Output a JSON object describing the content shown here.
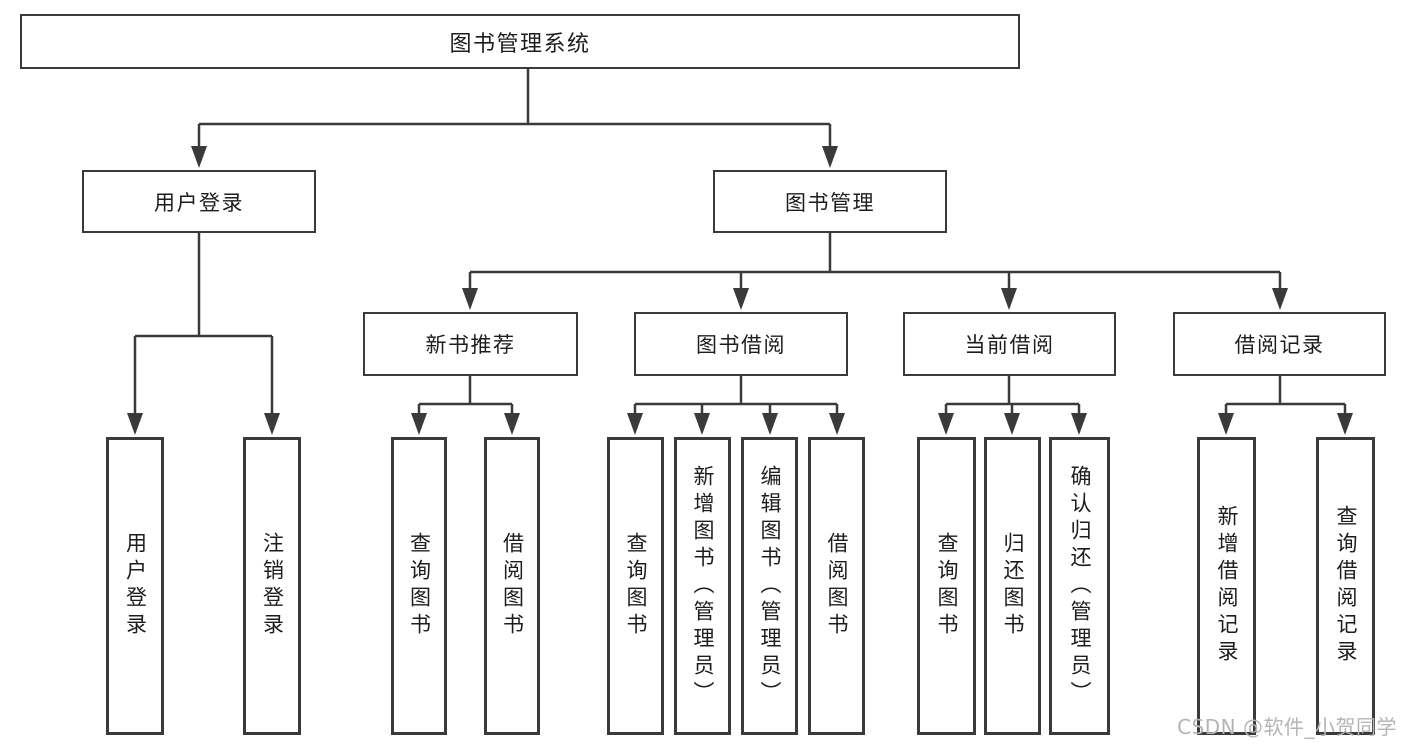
{
  "tree": {
    "root": {
      "label": "图书管理系统"
    },
    "branches": [
      {
        "label": "用户登录",
        "children": [
          "用户登录",
          "注销登录"
        ]
      },
      {
        "label": "图书管理",
        "sections": [
          {
            "label": "新书推荐",
            "children": [
              "查询图书",
              "借阅图书"
            ]
          },
          {
            "label": "图书借阅",
            "children": [
              "查询图书",
              "新增图书（管理员）",
              "编辑图书（管理员）",
              "借阅图书"
            ]
          },
          {
            "label": "当前借阅",
            "children": [
              "查询图书",
              "归还图书",
              "确认归还（管理员）"
            ]
          },
          {
            "label": "借阅记录",
            "children": [
              "新增借阅记录",
              "查询借阅记录"
            ]
          }
        ]
      }
    ]
  },
  "watermark": {
    "text": "CSDN @软件_小贺同学"
  },
  "colors": {
    "line": "#3a3a3c",
    "box_border": "#3a3a3c",
    "text": "#1d1d1f",
    "watermark": "#b4b4b4",
    "background": "#ffffff"
  }
}
